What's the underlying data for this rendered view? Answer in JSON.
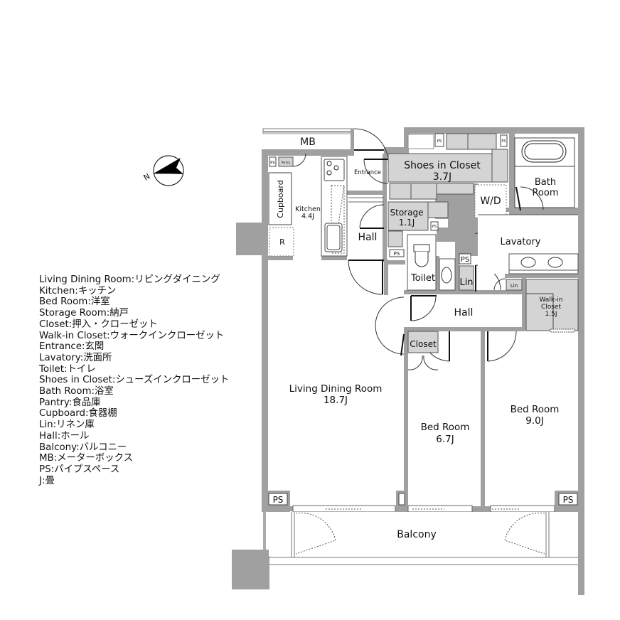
{
  "compass": {
    "label": "N"
  },
  "rooms": {
    "mb": {
      "name": "MB"
    },
    "kitchen": {
      "name": "Kitchen",
      "size": "4.4J"
    },
    "cupboard": {
      "name": "Cupboard"
    },
    "pantry": {
      "name": "Pantry"
    },
    "fridge": {
      "name": "R"
    },
    "entrance": {
      "name": "Entrance"
    },
    "shoes_closet": {
      "name": "Shoes in Closet",
      "size": "3.7J"
    },
    "storage": {
      "name": "Storage",
      "size": "1.1J"
    },
    "hall_top": {
      "name": "Hall"
    },
    "bath": {
      "name": "Bath",
      "name2": "Room"
    },
    "wd": {
      "name": "W/D"
    },
    "lavatory": {
      "name": "Lavatory"
    },
    "toilet": {
      "name": "Toilet"
    },
    "lin1": {
      "name": "Lin"
    },
    "lin2": {
      "name": "Lin"
    },
    "wic": {
      "name": "Walk-in",
      "name2": "Closet",
      "size": "1.5J"
    },
    "hall_mid": {
      "name": "Hall"
    },
    "closet": {
      "name": "Closet"
    },
    "ldr": {
      "name": "Living Dining Room",
      "size": "18.7J"
    },
    "bed1": {
      "name": "Bed Room",
      "size": "6.7J"
    },
    "bed2": {
      "name": "Bed Room",
      "size": "9.0J"
    },
    "balcony": {
      "name": "Balcony"
    },
    "ps": {
      "name": "PS"
    }
  },
  "legend": [
    "Living Dining Room:リビングダイニング",
    "Kitchen:キッチン",
    "Bed Room:洋室",
    "Storage Room:納戸",
    "Closet:押入・クローゼット",
    "Walk-in Closet:ウォークインクローゼット",
    "Entrance:玄関",
    "Lavatory:洗面所",
    "Toilet:トイレ",
    "Shoes in Closet:シューズインクローゼット",
    "Bath Room:浴室",
    "Pantry:食品庫",
    "Cupboard:食器棚",
    "Lin:リネン庫",
    "Hall:ホール",
    "Balcony:バルコニー",
    "MB:メーターボックス",
    "PS:パイプスペース",
    "J:畳"
  ],
  "colors": {
    "wall": "#a0a0a0",
    "storage_fill": "#d4d4d4",
    "background": "#ffffff"
  }
}
